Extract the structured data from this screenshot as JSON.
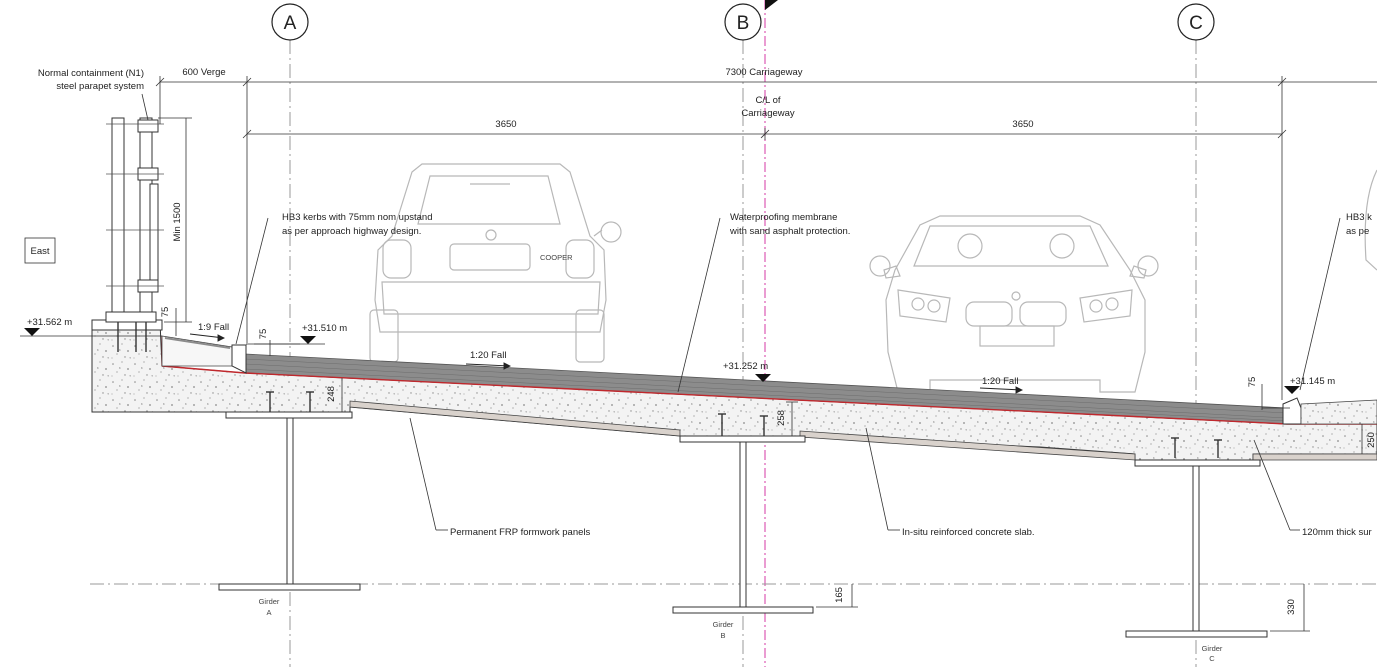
{
  "grid": {
    "A": "A",
    "B": "B",
    "C": "C"
  },
  "dimensions": {
    "verge": "600 Verge",
    "carriageway": "7300 Carriageway",
    "cl_line1": "C/L of",
    "cl_line2": "Carriageway",
    "lane_left": "3650",
    "lane_right": "3650",
    "min_height": "Min 1500",
    "kerb_upstand_left": "75",
    "kerb_75": "75",
    "slab_248": "248",
    "slab_258": "258",
    "kerb_75_right": "75",
    "slab_250": "250",
    "girder_165": "165",
    "girder_330": "330"
  },
  "labels": {
    "parapet_line1": "Normal containment (N1)",
    "parapet_line2": "steel parapet system",
    "east": "East",
    "kerb_note_line1": "HB3 kerbs with 75mm nom upstand",
    "kerb_note_line2": "as per approach highway design.",
    "membrane_line1": "Waterproofing membrane",
    "membrane_line2": "with sand asphalt protection.",
    "kerb_note_right_line1": "HB3 k",
    "kerb_note_right_line2": "as pe",
    "frp_panels": "Permanent FRP formwork panels",
    "insitu_slab": "In-situ reinforced concrete slab.",
    "surfacing": "120mm thick sur",
    "cooper_badge": "COOPER"
  },
  "levels": {
    "west_deck": "+31.562 m",
    "kerb_top": "+31.510 m",
    "crown": "+31.252 m",
    "east_kerb": "+31.145 m"
  },
  "falls": {
    "verge_fall": "1:9 Fall",
    "left_fall": "1:20 Fall",
    "right_fall": "1:20 Fall"
  },
  "girders": [
    {
      "title": "Girder",
      "id": "A"
    },
    {
      "title": "Girder",
      "id": "B"
    },
    {
      "title": "Girder",
      "id": "C"
    }
  ],
  "colors": {
    "concrete_fill": "#f3f3f3",
    "concrete_speckle": "#8a8a8a",
    "asphalt": "#8c8c8c",
    "membrane": "#c0282d",
    "centreline": "#d63aa6",
    "car_outline": "#b8b8b8",
    "formwork": "#d9d2cc"
  }
}
